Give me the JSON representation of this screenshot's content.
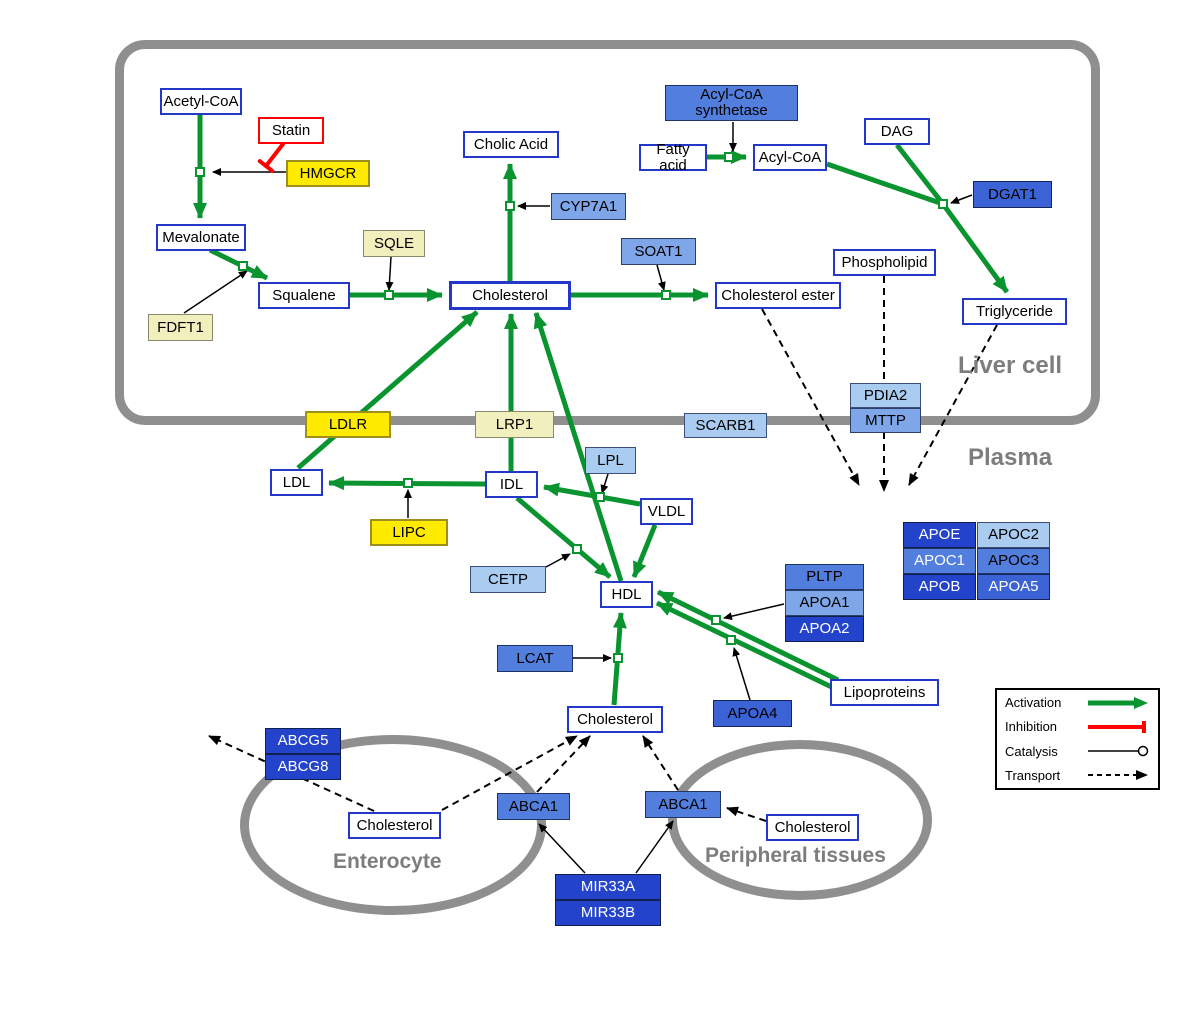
{
  "compartments": {
    "liver": "Liver cell",
    "plasma": "Plasma",
    "enterocyte": "Enterocyte",
    "peripheral": "Peripheral tissues"
  },
  "nodes": {
    "acetyl_coa": "Acetyl-CoA",
    "statin": "Statin",
    "hmgcr": "HMGCR",
    "mevalonate": "Mevalonate",
    "sqle": "SQLE",
    "fdft1": "FDFT1",
    "squalene": "Squalene",
    "cholic_acid": "Cholic Acid",
    "cyp7a1": "CYP7A1",
    "cholesterol_liver": "Cholesterol",
    "acyl_coa_synthetase": "Acyl-CoA synthetase",
    "fatty_acid": "Fatty acid",
    "acyl_coa": "Acyl-CoA",
    "dag": "DAG",
    "dgat1": "DGAT1",
    "soat1": "SOAT1",
    "phospholipid": "Phospholipid",
    "cholesterol_ester": "Cholesterol ester",
    "triglyceride": "Triglyceride",
    "pdia2": "PDIA2",
    "mttp": "MTTP",
    "ldlr": "LDLR",
    "lrp1": "LRP1",
    "scarb1": "SCARB1",
    "ldl": "LDL",
    "idl": "IDL",
    "lpl": "LPL",
    "vldl": "VLDL",
    "lipc": "LIPC",
    "cetp": "CETP",
    "hdl": "HDL",
    "pltp": "PLTP",
    "apoa1": "APOA1",
    "apoa2": "APOA2",
    "apoe": "APOE",
    "apoc2": "APOC2",
    "apoc1": "APOC1",
    "apoc3": "APOC3",
    "apob": "APOB",
    "apoa5": "APOA5",
    "lcat": "LCAT",
    "apoa4": "APOA4",
    "lipoproteins": "Lipoproteins",
    "cholesterol_plasma": "Cholesterol",
    "abcg5": "ABCG5",
    "abcg8": "ABCG8",
    "cholesterol_enterocyte": "Cholesterol",
    "abca1_enterocyte": "ABCA1",
    "abca1_peripheral": "ABCA1",
    "cholesterol_peripheral": "Cholesterol",
    "mir33a": "MIR33A",
    "mir33b": "MIR33B"
  },
  "legend": {
    "activation": "Activation",
    "inhibition": "Inhibition",
    "catalysis": "Catalysis",
    "transport": "Transport"
  },
  "colors": {
    "activation_green": "#0a9430",
    "inhibition_red": "#ff0000",
    "metabolite_border_blue": "#2337c8",
    "membrane_gray": "#8f8f8f",
    "enzyme_yellow": "#ffeb00",
    "enzyme_pale_yellow": "#f2efbe",
    "blue_light": "#aaccf0",
    "blue_medium_light": "#7fa6e8",
    "blue_medium": "#527edd",
    "blue_medium_dark": "#3c63d6",
    "blue_strong": "#2443cb"
  }
}
